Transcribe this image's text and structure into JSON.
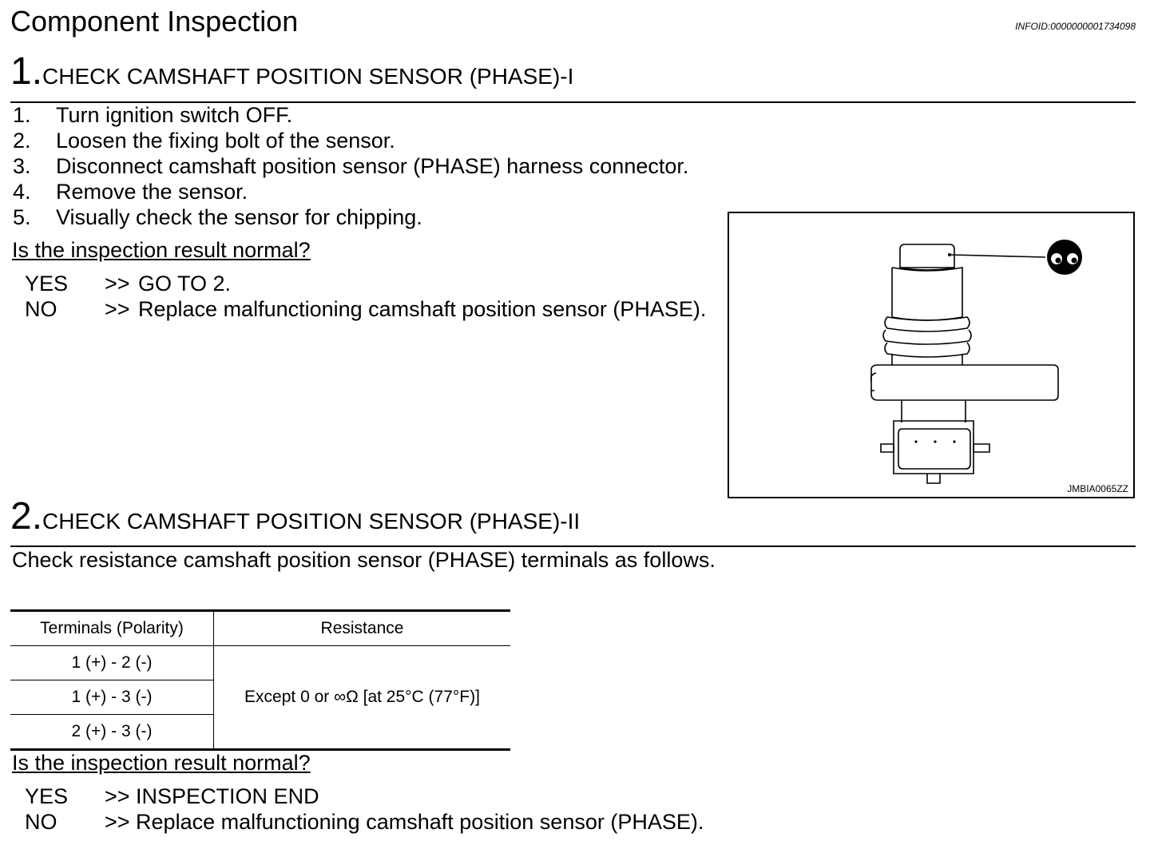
{
  "header": {
    "title": "Component Inspection",
    "infoid": "INFOID:0000000001734098"
  },
  "step1": {
    "number": "1.",
    "heading": "CHECK CAMSHAFT POSITION SENSOR (PHASE)-I",
    "items": [
      {
        "n": "1.",
        "text": "Turn ignition switch OFF."
      },
      {
        "n": "2.",
        "text": "Loosen the fixing bolt of the sensor."
      },
      {
        "n": "3.",
        "text": "Disconnect camshaft position sensor (PHASE) harness connector."
      },
      {
        "n": "4.",
        "text": "Remove the sensor."
      },
      {
        "n": "5.",
        "text": "Visually check the sensor for chipping."
      }
    ],
    "question": "Is the inspection result normal?",
    "yes_key": "YES",
    "yes_arrow": ">>",
    "yes_text": "GO TO 2.",
    "no_key": "NO",
    "no_arrow": ">>",
    "no_text": "Replace malfunctioning camshaft position sensor (PHASE).",
    "figure_code": "JMBIA0065ZZ"
  },
  "step2": {
    "number": "2.",
    "heading": "CHECK CAMSHAFT POSITION SENSOR (PHASE)-II",
    "description": "Check resistance camshaft position sensor (PHASE) terminals as follows.",
    "table": {
      "col1": "Terminals (Polarity)",
      "col2": "Resistance",
      "rows": [
        "1 (+) - 2 (-)",
        "1 (+) - 3 (-)",
        "2 (+) - 3 (-)"
      ],
      "resistance": "Except 0 or ∞Ω [at 25°C (77°F)]"
    },
    "question": "Is the inspection result normal?",
    "yes_key": "YES",
    "yes_text": ">> INSPECTION END",
    "no_key": "NO",
    "no_text": ">> Replace malfunctioning camshaft position sensor (PHASE)."
  }
}
